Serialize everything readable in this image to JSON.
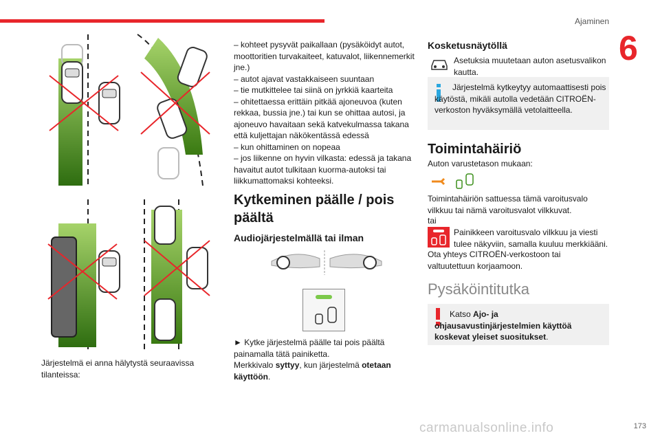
{
  "header": {
    "section": "Ajaminen",
    "chapter": "6"
  },
  "col1": {
    "caption": "Järjestelmä ei anna hälytystä seuraavissa tilanteissa:"
  },
  "col2": {
    "list": "– kohteet pysyvät paikallaan (pysäköidyt autot, moottoritien turvakaiteet, katuvalot, liikennemerkit jne.)\n– autot ajavat vastakkaiseen suuntaan\n– tie mutkittelee tai siinä on jyrkkiä kaarteita\n– ohitettaessa erittäin pitkää ajoneuvoa (kuten rekkaa, bussia jne.) tai kun se ohittaa autosi, ja ajoneuvo havaitaan sekä katvekulmassa takana että kuljettajan näkökentässä edessä\n– kun ohittaminen on nopeaa\n– jos liikenne on hyvin vilkasta: edessä ja takana havaitut autot tulkitaan kuorma-autoksi tai liikkumattomaksi kohteeksi.",
    "heading": "Kytkeminen päälle / pois päältä",
    "subheading": "Audiojärjestelmällä tai ilman",
    "instruction_prefix": "► Kytke järjestelmä päälle tai pois päältä painamalla tätä painiketta.",
    "light_line_1": "Merkkivalo ",
    "light_bold_1": "syttyy",
    "light_line_2": ", kun järjestelmä ",
    "light_bold_2": "otetaan käyttöön",
    "light_line_3": "."
  },
  "col3": {
    "touch_heading": "Kosketusnäytöllä",
    "touch_text": "Asetuksia muutetaan auton asetusvalikon kautta.",
    "info_text": "Järjestelmä kytkeytyy automaattisesti pois käytöstä, mikäli autolla vedetään CITROËN-verkoston hyväksymällä vetolaitteella.",
    "fault_heading": "Toimintahäiriö",
    "fault_intro": "Auton varustetason mukaan:",
    "fault_text": "Toimintahäiriön sattuessa tämä varoitusvalo vilkkuu tai nämä varoitusvalot vilkkuvat.",
    "or": "tai",
    "fault_text_2": "Painikkeen varoitusvalo vilkkuu ja viesti tulee näkyviin, samalla kuuluu merkkiääni.",
    "fault_text_3": "Ota yhteys CITROËN-verkostoon tai valtuutettuun korjaamoon.",
    "parking_heading": "Pysäköintitutka",
    "warn_prefix": "Katso ",
    "warn_bold": "Ajo- ja ohjausavustinjärjestelmien käyttöä koskevat yleiset suositukset",
    "warn_suffix": "."
  },
  "footer": {
    "page": "173",
    "watermark": "carmanualsonline.info"
  },
  "colors": {
    "accent": "#e8262b",
    "green": "#4f8f1a",
    "info_blue": "#2aa7df"
  }
}
